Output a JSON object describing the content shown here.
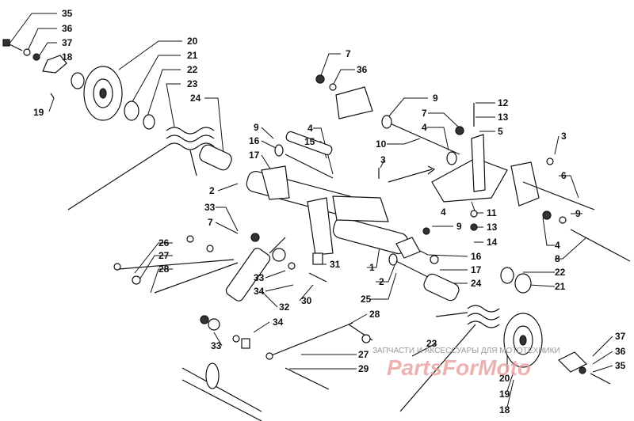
{
  "diagram": {
    "callouts": [
      {
        "id": "c1",
        "text": "35"
      },
      {
        "id": "c2",
        "text": "36"
      },
      {
        "id": "c3",
        "text": "37"
      },
      {
        "id": "c4",
        "text": "18"
      },
      {
        "id": "c5",
        "text": "19"
      },
      {
        "id": "c6",
        "text": "20"
      },
      {
        "id": "c7",
        "text": "21"
      },
      {
        "id": "c8",
        "text": "22"
      },
      {
        "id": "c9",
        "text": "23"
      },
      {
        "id": "c10",
        "text": "24"
      },
      {
        "id": "c11",
        "text": "2"
      },
      {
        "id": "c12",
        "text": "33"
      },
      {
        "id": "c13",
        "text": "7"
      },
      {
        "id": "c14",
        "text": "26"
      },
      {
        "id": "c15",
        "text": "27"
      },
      {
        "id": "c16",
        "text": "28"
      },
      {
        "id": "c17",
        "text": "9"
      },
      {
        "id": "c18",
        "text": "16"
      },
      {
        "id": "c19",
        "text": "17"
      },
      {
        "id": "c20",
        "text": "4"
      },
      {
        "id": "c21",
        "text": "15"
      },
      {
        "id": "c22",
        "text": "3"
      },
      {
        "id": "c23",
        "text": "7"
      },
      {
        "id": "c24",
        "text": "36"
      },
      {
        "id": "c25",
        "text": "9"
      },
      {
        "id": "c26",
        "text": "7"
      },
      {
        "id": "c27",
        "text": "4"
      },
      {
        "id": "c28",
        "text": "10"
      },
      {
        "id": "c29",
        "text": "12"
      },
      {
        "id": "c30",
        "text": "13"
      },
      {
        "id": "c31",
        "text": "5"
      },
      {
        "id": "c32",
        "text": "3"
      },
      {
        "id": "c33",
        "text": "6"
      },
      {
        "id": "c34",
        "text": "4"
      },
      {
        "id": "c35",
        "text": "9"
      },
      {
        "id": "c36",
        "text": "11"
      },
      {
        "id": "c37",
        "text": "13"
      },
      {
        "id": "c38",
        "text": "14"
      },
      {
        "id": "c39",
        "text": "9"
      },
      {
        "id": "c40",
        "text": "4"
      },
      {
        "id": "c41",
        "text": "8"
      },
      {
        "id": "c42",
        "text": "16"
      },
      {
        "id": "c43",
        "text": "17"
      },
      {
        "id": "c44",
        "text": "31"
      },
      {
        "id": "c45",
        "text": "1"
      },
      {
        "id": "c46",
        "text": "2"
      },
      {
        "id": "c47",
        "text": "24"
      },
      {
        "id": "c48",
        "text": "33"
      },
      {
        "id": "c49",
        "text": "34"
      },
      {
        "id": "c50",
        "text": "30"
      },
      {
        "id": "c51",
        "text": "32"
      },
      {
        "id": "c52",
        "text": "25"
      },
      {
        "id": "c53",
        "text": "22"
      },
      {
        "id": "c54",
        "text": "21"
      },
      {
        "id": "c55",
        "text": "34"
      },
      {
        "id": "c56",
        "text": "33"
      },
      {
        "id": "c57",
        "text": "28"
      },
      {
        "id": "c58",
        "text": "27"
      },
      {
        "id": "c59",
        "text": "29"
      },
      {
        "id": "c60",
        "text": "23"
      },
      {
        "id": "c61",
        "text": "20"
      },
      {
        "id": "c62",
        "text": "19"
      },
      {
        "id": "c63",
        "text": "18"
      },
      {
        "id": "c64",
        "text": "37"
      },
      {
        "id": "c65",
        "text": "36"
      },
      {
        "id": "c66",
        "text": "35"
      }
    ]
  },
  "watermark": {
    "caption": "ЗАПЧАСТИ И АКСЕССУАРЫ ДЛЯ МОТОТЕХНИКИ",
    "logo": "PartsForMoto"
  }
}
